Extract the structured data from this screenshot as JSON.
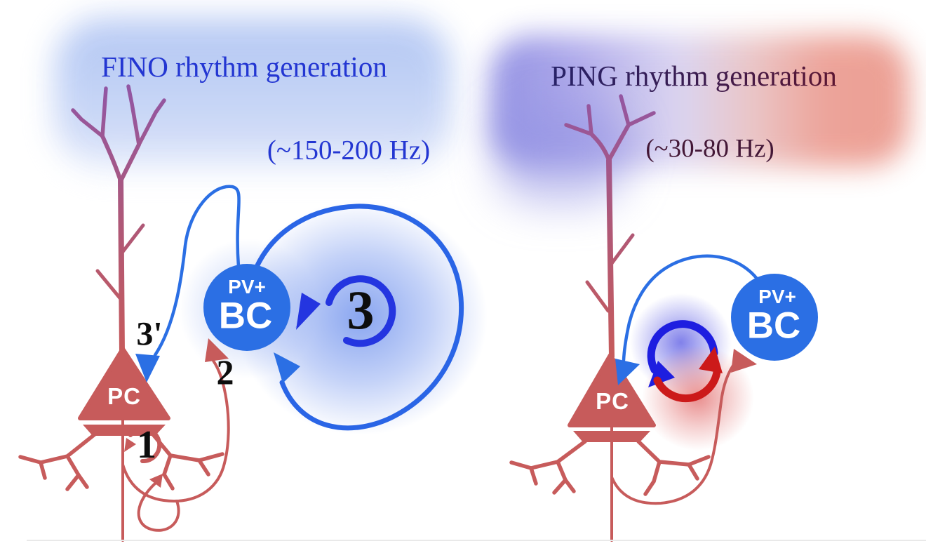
{
  "left": {
    "title": "FINO rhythm generation",
    "freq": "(~150-200 Hz)",
    "pc": "PC",
    "bc_top": "PV+",
    "bc": "BC",
    "n1": "1",
    "n2": "2",
    "n3": "3",
    "n3p": "3'"
  },
  "right": {
    "title": "PING rhythm generation",
    "freq": "(~30-80 Hz)",
    "pc": "PC",
    "bc_top": "PV+",
    "bc": "BC"
  },
  "colors": {
    "pc_red": "#c75b5b",
    "dendrite_tip_purple": "#9156a4",
    "bc_blue": "#2b6fe4",
    "loop_blue": "#2a65e6",
    "inner_arrow_blue": "#2435e0",
    "cycle_blue": "#1e1ee0",
    "cycle_red": "#cc1a1a",
    "fino_title_blue": "#2336d2",
    "ping_title_dark": "#3a1c50",
    "glow_left_blue": "#b9cbf3",
    "glow_right_violet": "#8e8de3",
    "glow_right_red": "#eb9a8e"
  }
}
